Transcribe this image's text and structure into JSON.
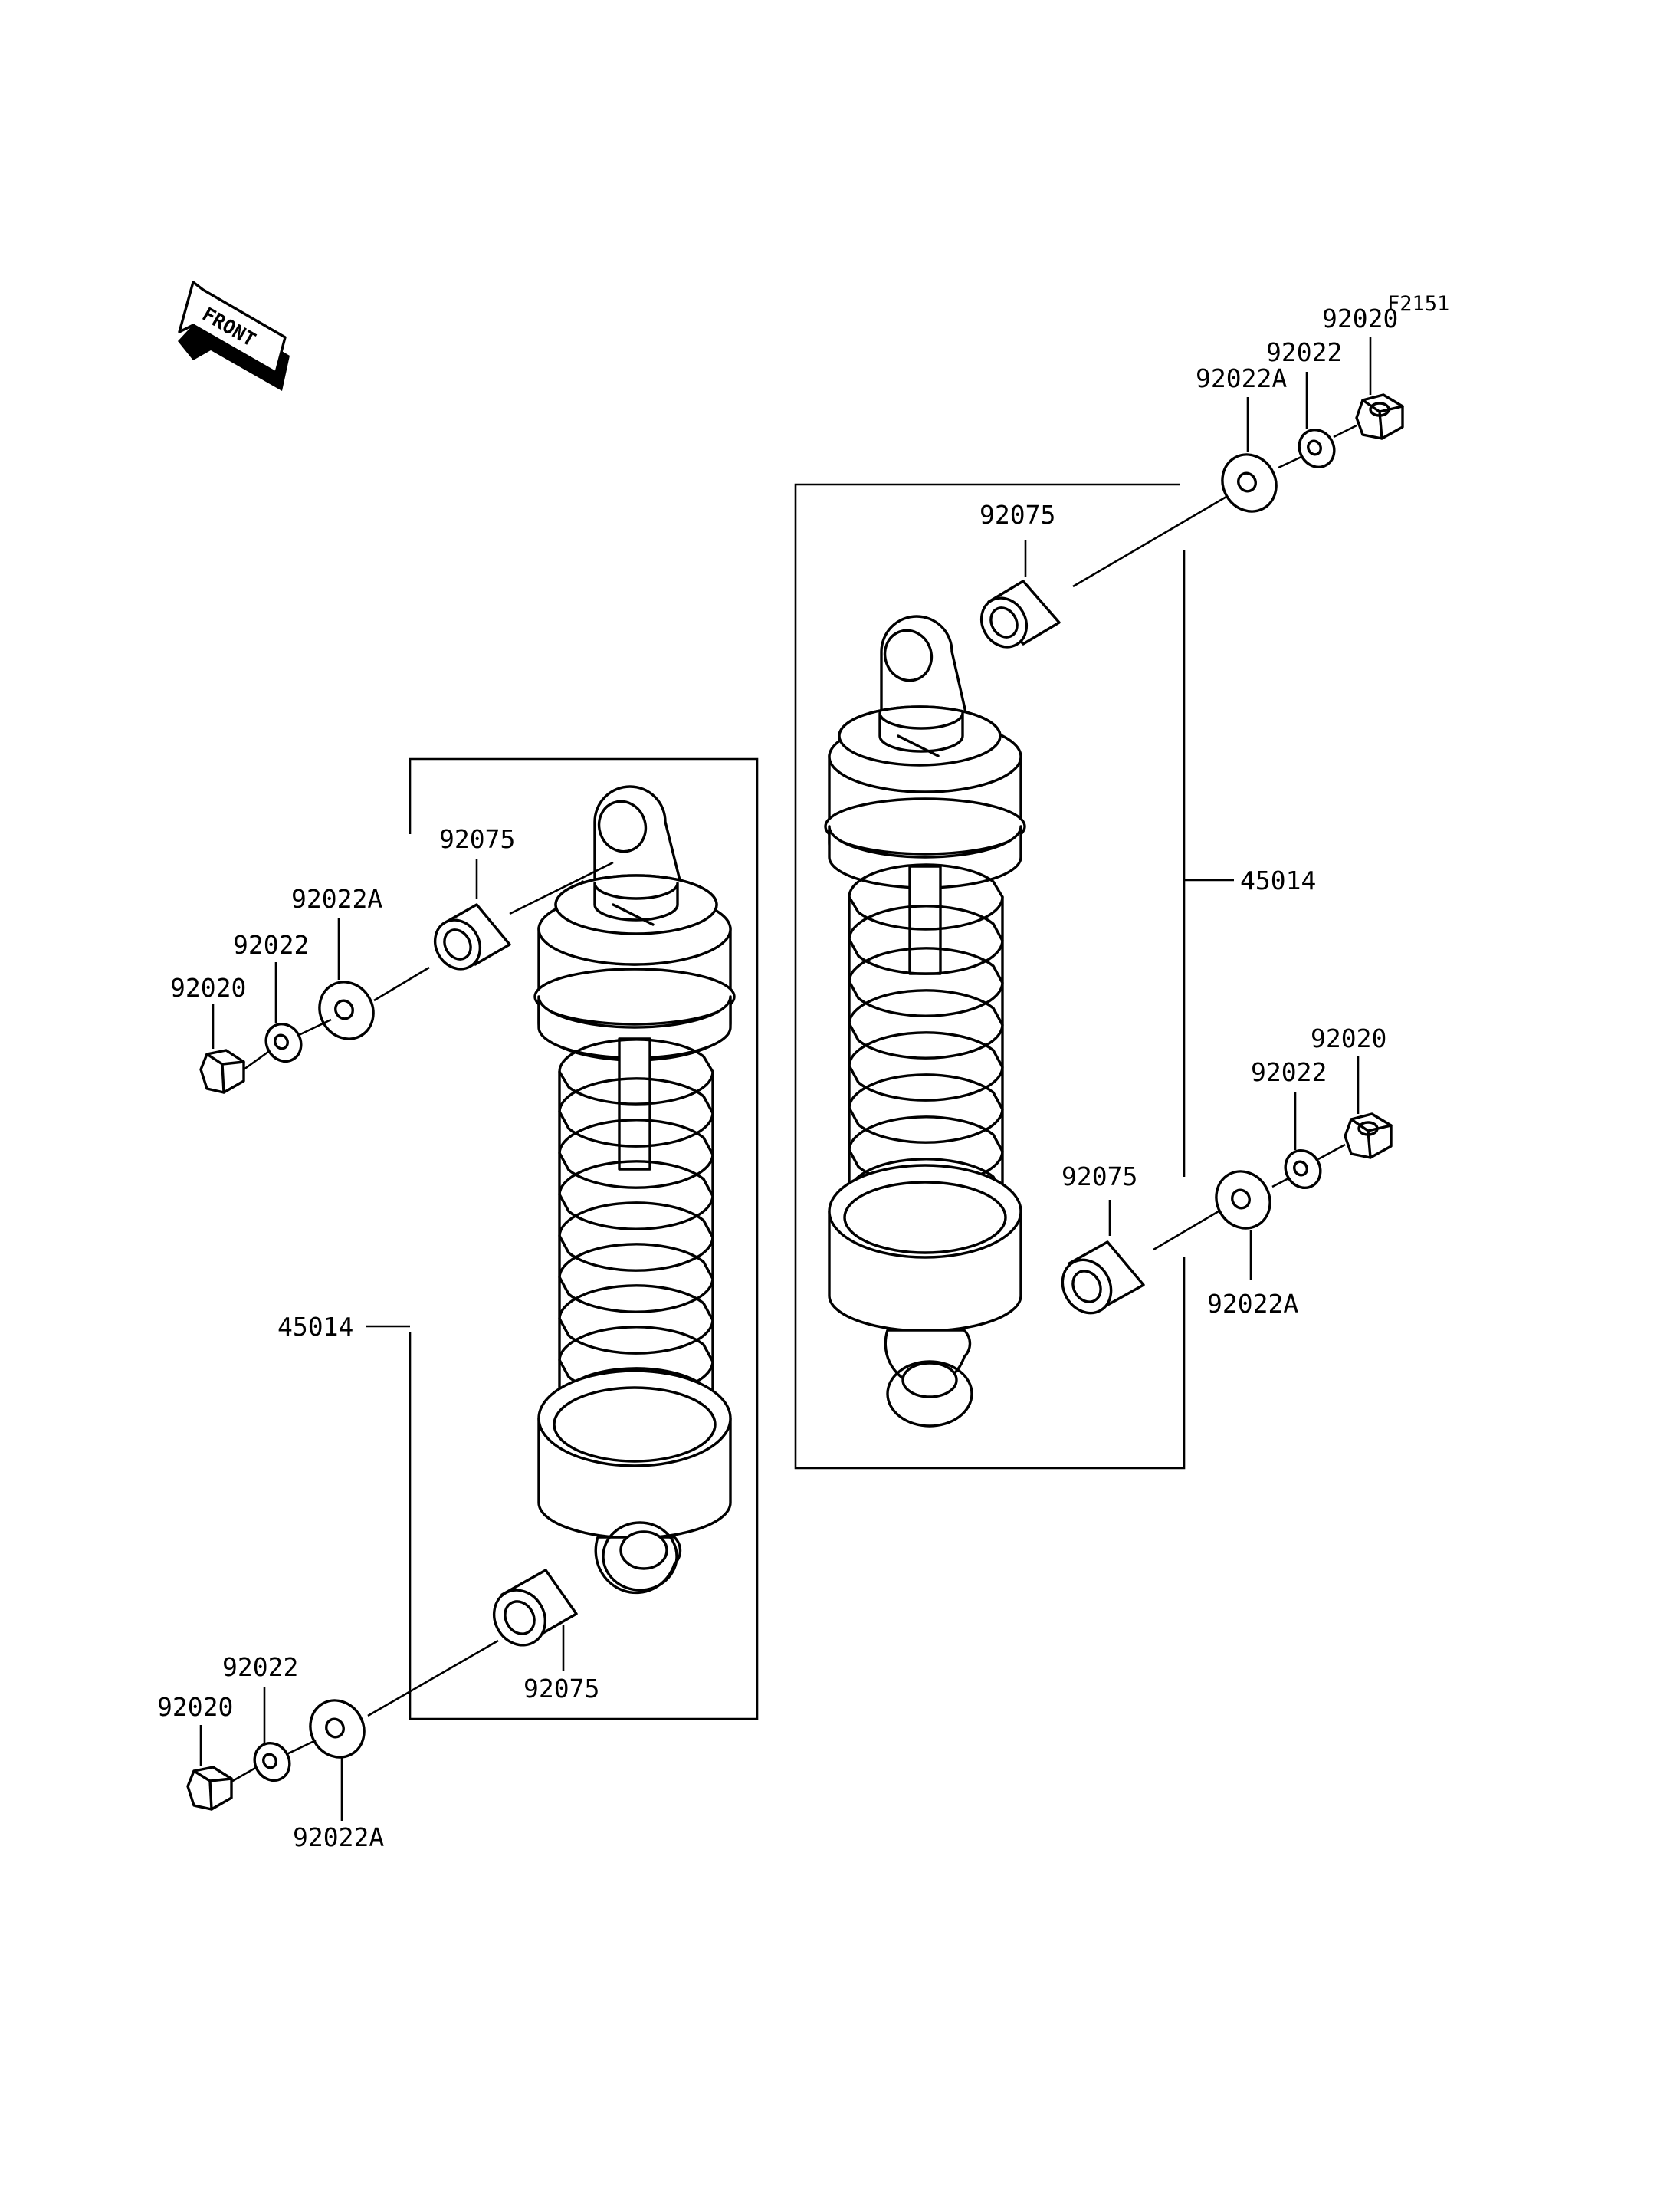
{
  "figure_code": "F2151",
  "front_label": "FRONT",
  "left_assembly": {
    "shock_label": "45014",
    "upper": {
      "collar": "92075",
      "washer": "92022A",
      "lock_washer": "92022",
      "nut": "92020"
    },
    "lower": {
      "collar": "92075",
      "lock_washer": "92022",
      "nut": "92020",
      "washer": "92022A"
    }
  },
  "right_assembly": {
    "shock_label": "45014",
    "upper": {
      "nut": "92020",
      "lock_washer": "92022",
      "washer": "92022A",
      "collar": "92075"
    },
    "lower": {
      "nut": "92020",
      "lock_washer": "92022",
      "collar": "92075",
      "washer": "92022A"
    }
  }
}
